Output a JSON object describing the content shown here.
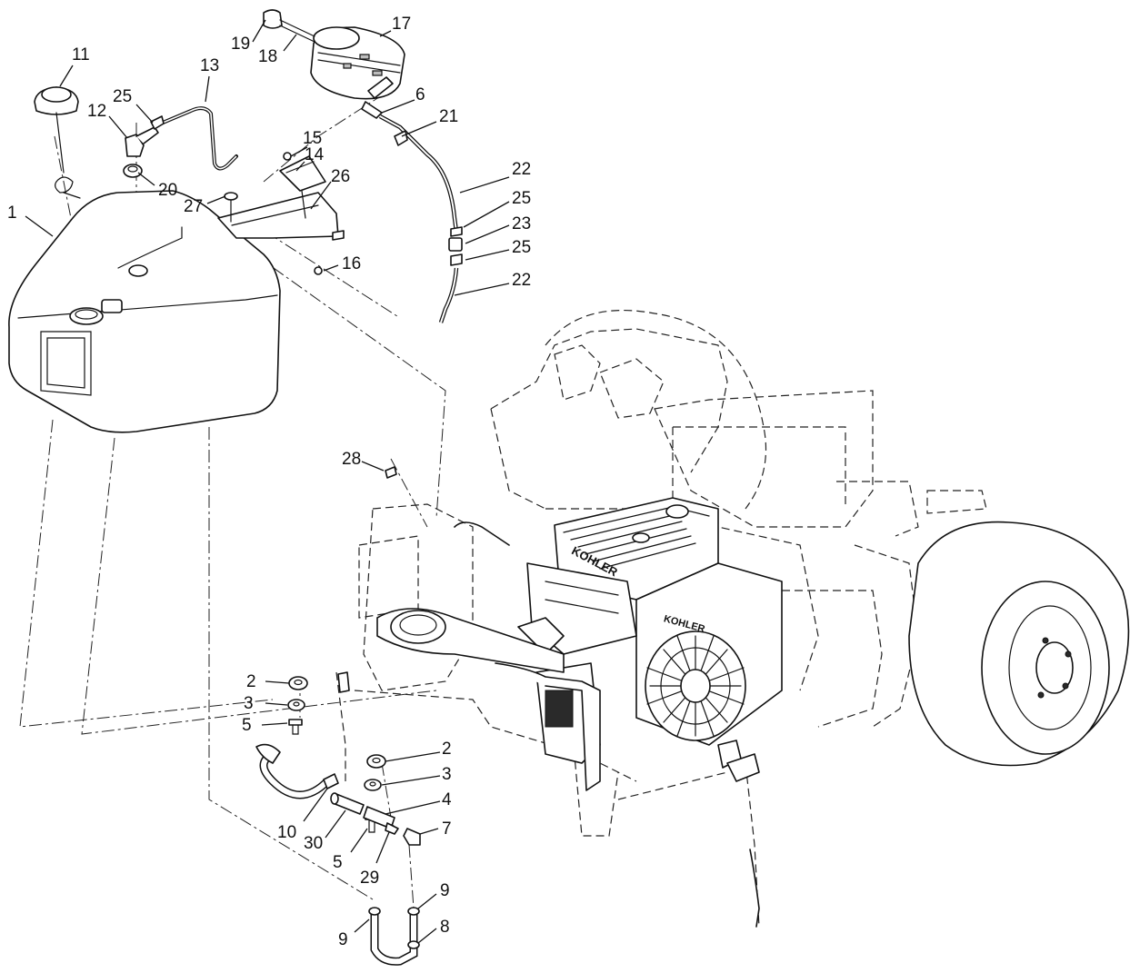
{
  "callouts": [
    {
      "id": "c11",
      "text": "11"
    },
    {
      "id": "c25a",
      "text": "25"
    },
    {
      "id": "c12",
      "text": "12"
    },
    {
      "id": "c13",
      "text": "13"
    },
    {
      "id": "c19",
      "text": "19"
    },
    {
      "id": "c18",
      "text": "18"
    },
    {
      "id": "c17",
      "text": "17"
    },
    {
      "id": "c6",
      "text": "6"
    },
    {
      "id": "c21",
      "text": "21"
    },
    {
      "id": "c15",
      "text": "15"
    },
    {
      "id": "c14",
      "text": "14"
    },
    {
      "id": "c20",
      "text": "20"
    },
    {
      "id": "c26",
      "text": "26"
    },
    {
      "id": "c27",
      "text": "27"
    },
    {
      "id": "c1",
      "text": "1"
    },
    {
      "id": "c22a",
      "text": "22"
    },
    {
      "id": "c25b",
      "text": "25"
    },
    {
      "id": "c23",
      "text": "23"
    },
    {
      "id": "c25c",
      "text": "25"
    },
    {
      "id": "c16",
      "text": "16"
    },
    {
      "id": "c22b",
      "text": "22"
    },
    {
      "id": "c28",
      "text": "28"
    },
    {
      "id": "c2a",
      "text": "2"
    },
    {
      "id": "c3a",
      "text": "3"
    },
    {
      "id": "c5a",
      "text": "5"
    },
    {
      "id": "c2b",
      "text": "2"
    },
    {
      "id": "c3b",
      "text": "3"
    },
    {
      "id": "c4",
      "text": "4"
    },
    {
      "id": "c7",
      "text": "7"
    },
    {
      "id": "c10",
      "text": "10"
    },
    {
      "id": "c30",
      "text": "30"
    },
    {
      "id": "c5b",
      "text": "5"
    },
    {
      "id": "c29",
      "text": "29"
    },
    {
      "id": "c9a",
      "text": "9"
    },
    {
      "id": "c9b",
      "text": "9"
    },
    {
      "id": "c8",
      "text": "8"
    }
  ],
  "engine_brand": "KOHLER"
}
